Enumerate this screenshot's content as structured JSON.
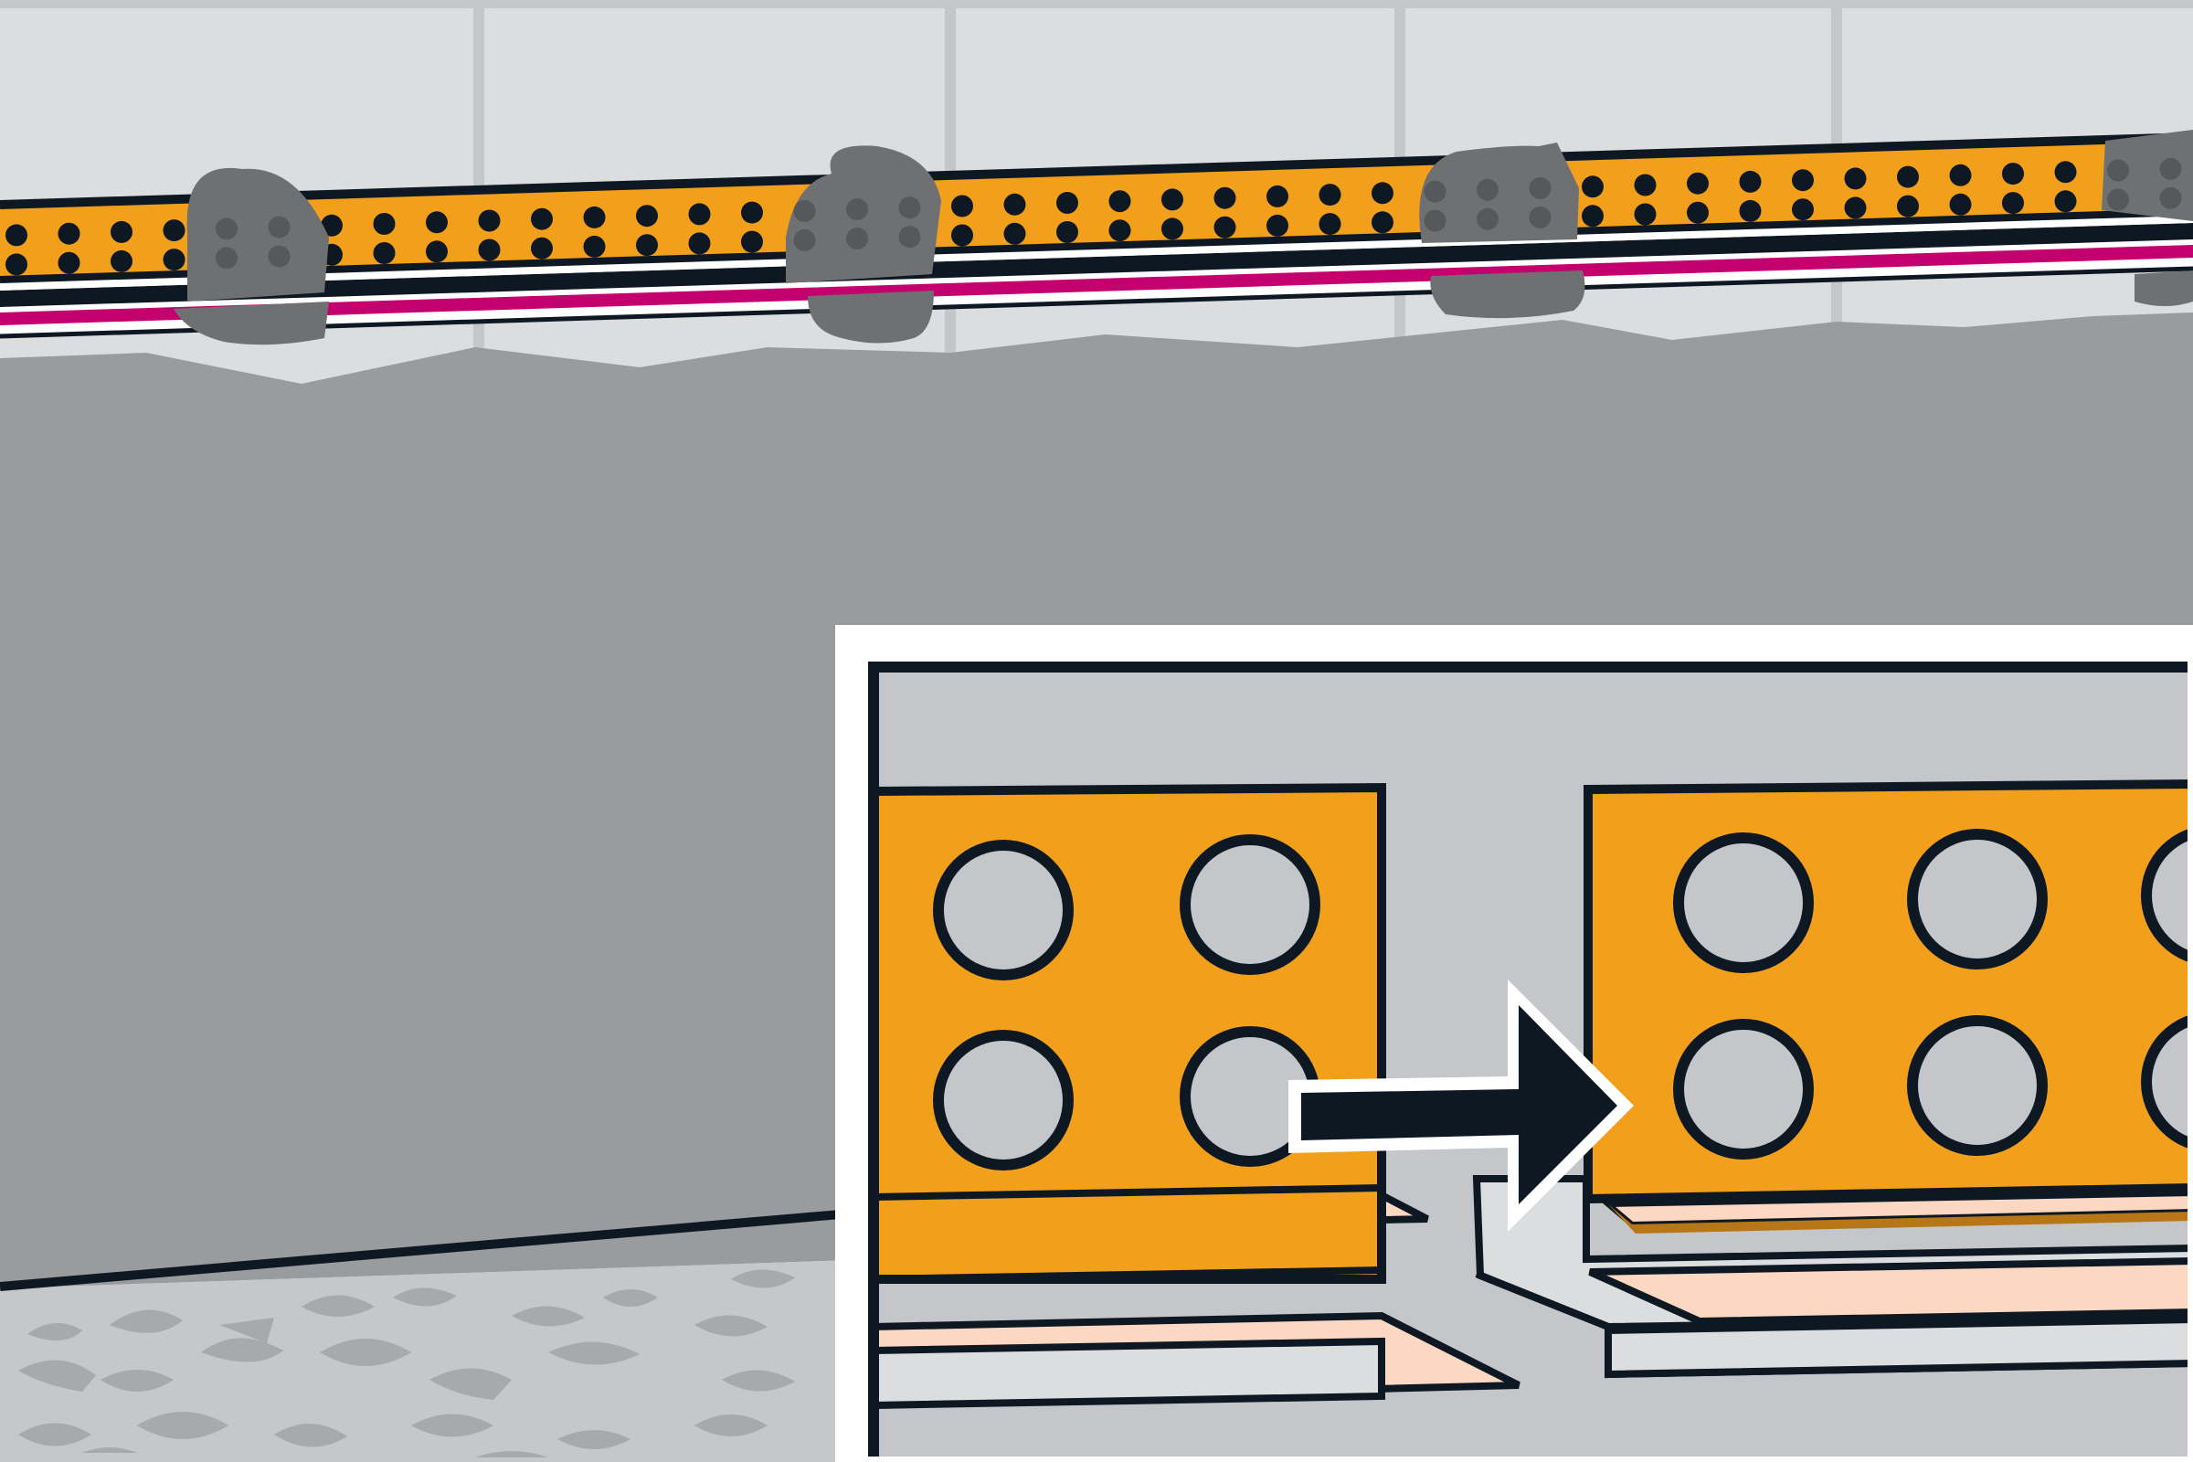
{
  "illustration": {
    "subject": "perforated-wall-profile-installation",
    "colors": {
      "wall_tile": "#dcdddf",
      "grout": "#c4c6c9",
      "screed": "#9a9b9d",
      "profile_orange": "#f29f1c",
      "profile_dark_orange": "#b87716",
      "outline": "#0e1823",
      "adhesive_blob": "#6f7072",
      "sealing_strip_magenta": "#c4006e",
      "floor_base": "#c6c7c9",
      "floor_speckle": "#a8a9ab",
      "detail_background": "#c4c6c9",
      "peach_layer": "#fcd8c3",
      "arrow_fill": "#0e1823",
      "arrow_outline": "#ffffff"
    },
    "icons": {
      "overview": "perforated-profile-icon",
      "adhesive": "adhesive-blob-icon",
      "detail": "magnified-detail-icon",
      "direction": "arrow-right-icon"
    },
    "adhesive_blob_count": 4,
    "detail_panel_count": 2
  }
}
